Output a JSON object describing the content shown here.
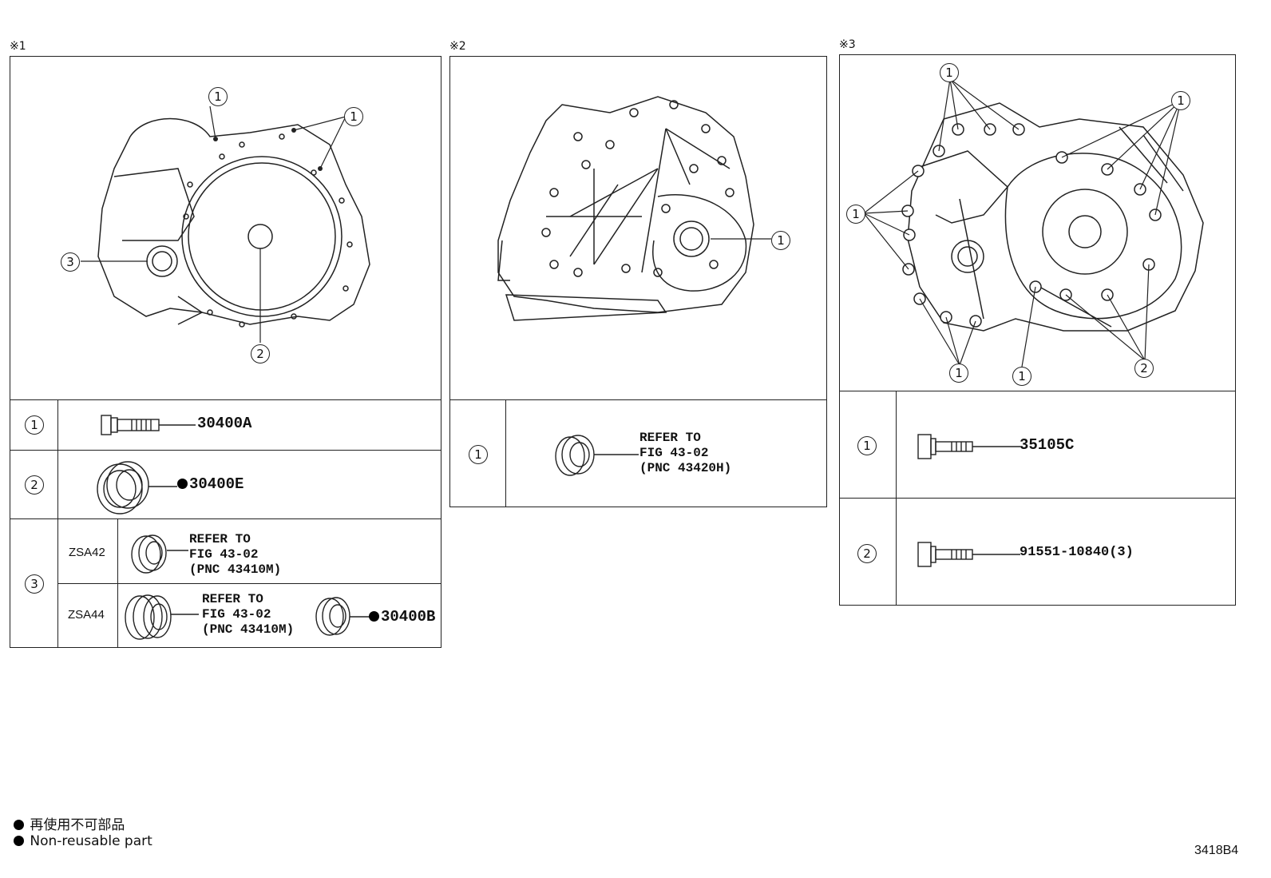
{
  "panels": {
    "p1": {
      "label": "※1",
      "callouts": [
        "1",
        "1",
        "3",
        "2"
      ],
      "rows": [
        {
          "num": "1",
          "part": "30400A"
        },
        {
          "num": "2",
          "part": "30400E",
          "non_reusable": true
        },
        {
          "num": "3",
          "sub": [
            {
              "model": "ZSA42",
              "refer": "REFER TO\nFIG 43-02\n(PNC 43410M)"
            },
            {
              "model": "ZSA44",
              "refer": "REFER TO\nFIG 43-02\n(PNC 43410M)",
              "part": "30400B",
              "non_reusable": true
            }
          ]
        }
      ]
    },
    "p2": {
      "label": "※2",
      "callouts": [
        "1"
      ],
      "rows": [
        {
          "num": "1",
          "refer": "REFER TO\nFIG 43-02\n(PNC 43420H)"
        }
      ]
    },
    "p3": {
      "label": "※3",
      "callouts": [
        "1",
        "1",
        "1",
        "1",
        "1",
        "2"
      ],
      "rows": [
        {
          "num": "1",
          "part": "35105C"
        },
        {
          "num": "2",
          "part": "91551-10840(3)"
        }
      ]
    }
  },
  "legend": {
    "jp": "再使用不可部品",
    "en": "Non-reusable part"
  },
  "figure_id": "3418B4"
}
